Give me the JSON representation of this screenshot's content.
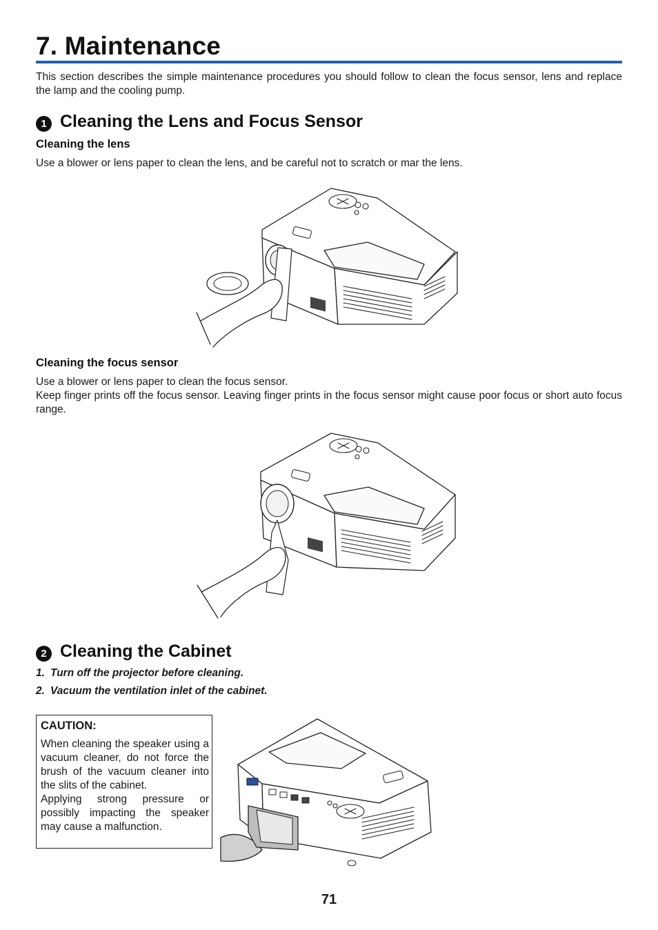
{
  "title": "7. Maintenance",
  "intro": "This section describes the simple maintenance procedures you should follow to clean the focus sensor, lens and replace the lamp and the cooling pump.",
  "section1": {
    "number": "1",
    "heading": "Cleaning the Lens and Focus Sensor",
    "lens": {
      "subheading": "Cleaning the lens",
      "text": "Use a blower or lens paper to clean the lens, and be careful not to scratch or mar the lens."
    },
    "sensor": {
      "subheading": "Cleaning the focus sensor",
      "line1": "Use a blower or lens paper to clean the focus sensor.",
      "line2": "Keep finger prints off the focus sensor. Leaving finger prints in the focus sensor might cause poor focus or short auto focus range."
    }
  },
  "section2": {
    "number": "2",
    "heading": "Cleaning the Cabinet",
    "steps": [
      {
        "n": "1.",
        "text": "Turn off the projector before cleaning."
      },
      {
        "n": "2.",
        "text": "Vacuum the ventilation inlet of the cabinet."
      }
    ],
    "caution": {
      "title": "CAUTION:",
      "text1": "When cleaning the speaker using a vacuum cleaner, do not force the brush of the vacuum cleaner into the slits of the cabinet.",
      "text2": "Applying strong pressure or possibly impacting the speaker may cause a malfunction."
    }
  },
  "colors": {
    "accent_rule": "#1f5fb0",
    "text": "#1a1a1a"
  },
  "page_number": "71"
}
